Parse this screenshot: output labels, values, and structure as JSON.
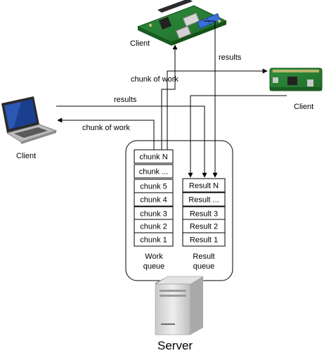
{
  "clients": {
    "top": {
      "label": "Client",
      "device": "single-board-computer-icon"
    },
    "right": {
      "label": "Client",
      "device": "small-board-computer-icon"
    },
    "left": {
      "label": "Client",
      "device": "laptop-icon"
    }
  },
  "arrows": {
    "chunk_to_top": "chunk of work",
    "results_from_top": "results",
    "results_from_left": "results",
    "chunk_to_left": "chunk of work"
  },
  "work_queue": {
    "label_line1": "Work",
    "label_line2": "queue",
    "items": [
      "chunk N",
      "chunk ...",
      "chunk 5",
      "chunk 4",
      "chunk 3",
      "chunk 2",
      "chunk 1"
    ]
  },
  "result_queue": {
    "label_line1": "Result",
    "label_line2": "queue",
    "items": [
      "Result N",
      "Result ...",
      "Result 3",
      "Result 2",
      "Result 1"
    ]
  },
  "server": {
    "label": "Server",
    "icon": "server-tower-icon"
  }
}
